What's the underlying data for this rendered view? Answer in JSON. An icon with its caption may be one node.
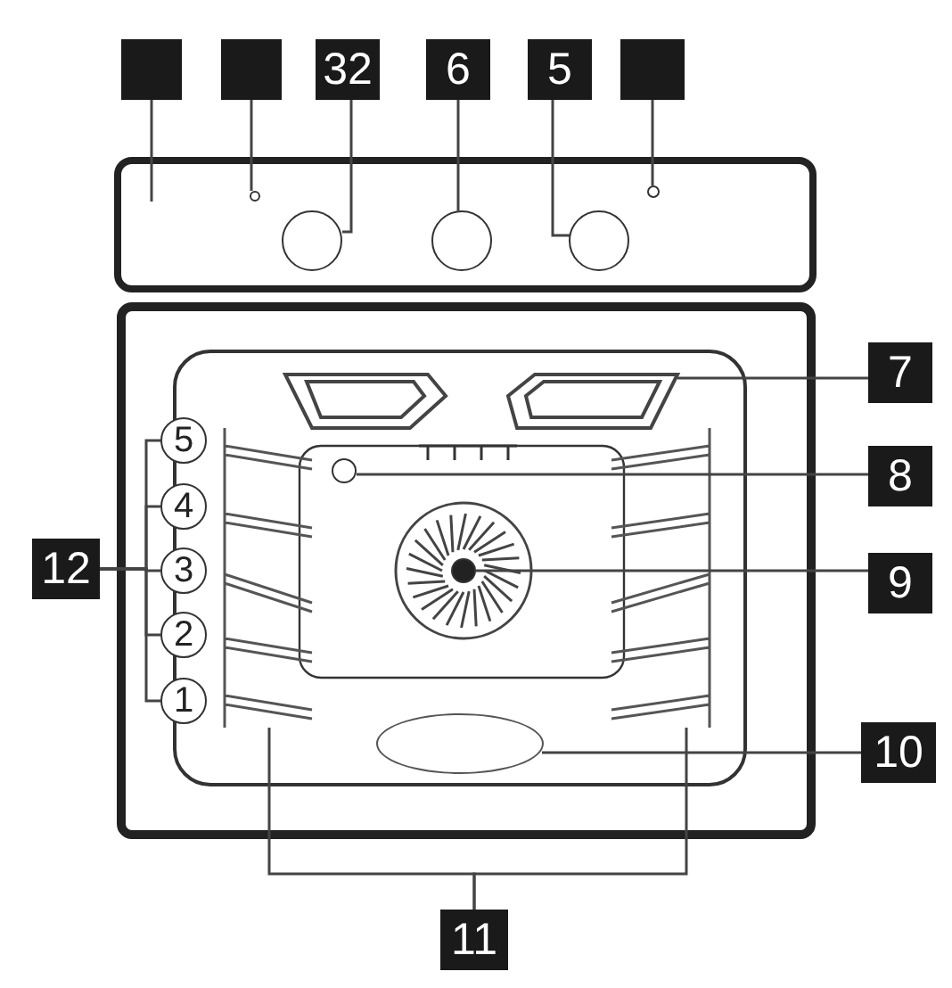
{
  "diagram": {
    "nodes": [
      {
        "text": [],
        "shape": "box"
      },
      {
        "text": [],
        "shape": "box"
      },
      {
        "text": [
          "32"
        ]
      },
      {
        "text": [
          "6"
        ]
      },
      {
        "text": [
          "5"
        ]
      },
      {
        "text": [],
        "shape": "box"
      },
      {
        "text": [
          "7"
        ]
      },
      {
        "text": [
          "8"
        ]
      },
      {
        "text": [
          "9"
        ]
      },
      {
        "text": [
          "10"
        ]
      },
      {
        "text": [
          "11"
        ]
      },
      {
        "text": [
          "12"
        ]
      },
      {
        "text": [
          "5"
        ]
      },
      {
        "text": [
          "4"
        ]
      },
      {
        "text": [
          "3"
        ]
      },
      {
        "text": [
          "2"
        ]
      },
      {
        "text": [
          "1"
        ]
      },
      {
        "text": [],
        "shape": "circle"
      },
      {
        "text": [],
        "shape": "circle"
      },
      {
        "text": [],
        "shape": "circle"
      },
      {
        "text": [],
        "shape": "circle"
      },
      {
        "text": [],
        "shape": "circle"
      },
      {
        "text": [],
        "shape": "circle"
      },
      {
        "text": [],
        "shape": "circle"
      },
      {
        "text": [],
        "shape": "circle"
      },
      {
        "text": [],
        "shape": "picture"
      },
      {
        "text": [],
        "shape": "bar"
      },
      {
        "text": [],
        "shape": "bar"
      }
    ],
    "edges": [
      {
        "from": 0,
        "to": null,
        "arrow": "none"
      },
      {
        "from": 1,
        "to": 17,
        "arrow": "none"
      },
      {
        "from": 2,
        "to": 18,
        "arrow": "none"
      },
      {
        "from": 3,
        "to": 19,
        "arrow": "none"
      },
      {
        "from": 4,
        "to": 20,
        "arrow": "none"
      },
      {
        "from": 5,
        "to": 21,
        "arrow": "none"
      },
      {
        "from": 6,
        "to": 25,
        "arrow": "none"
      },
      {
        "from": 7,
        "to": 22,
        "arrow": "none"
      },
      {
        "from": 8,
        "to": 23,
        "arrow": "none"
      },
      {
        "from": 9,
        "to": 24,
        "arrow": "none"
      },
      {
        "from": 10,
        "to": 26,
        "arrow": "none"
      },
      {
        "from": 10,
        "to": 27,
        "arrow": "none"
      },
      {
        "from": 11,
        "to": 12,
        "arrow": "none"
      },
      {
        "from": 11,
        "to": 13,
        "arrow": "none"
      },
      {
        "from": 11,
        "to": 14,
        "arrow": "none"
      },
      {
        "from": 11,
        "to": 15,
        "arrow": "none"
      },
      {
        "from": 11,
        "to": 16,
        "arrow": "none"
      }
    ]
  }
}
